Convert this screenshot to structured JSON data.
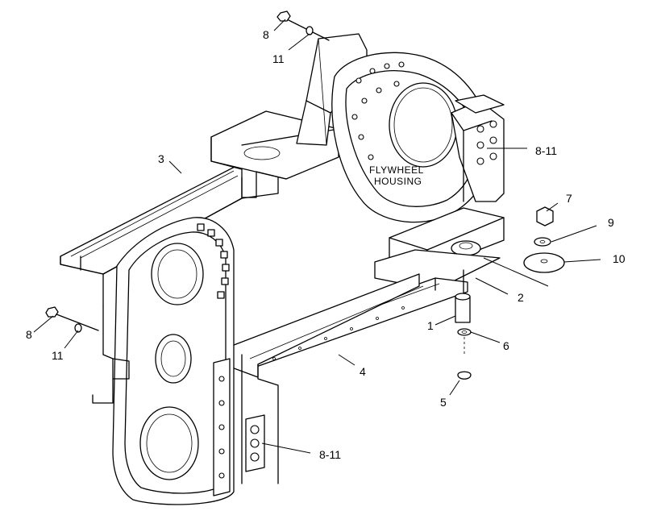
{
  "diagram": {
    "housing_label_line1": "FLYWHEEL",
    "housing_label_line2": "HOUSING",
    "callouts": {
      "c1": "1",
      "c2": "2",
      "c3": "3",
      "c4": "4",
      "c5": "5",
      "c6": "6",
      "c7": "7",
      "c8_top": "8",
      "c8_left": "8",
      "c9": "9",
      "c10": "10",
      "c11_top": "11",
      "c11_left": "11",
      "c811_right": "8-11",
      "c811_bottom": "8-11"
    }
  }
}
